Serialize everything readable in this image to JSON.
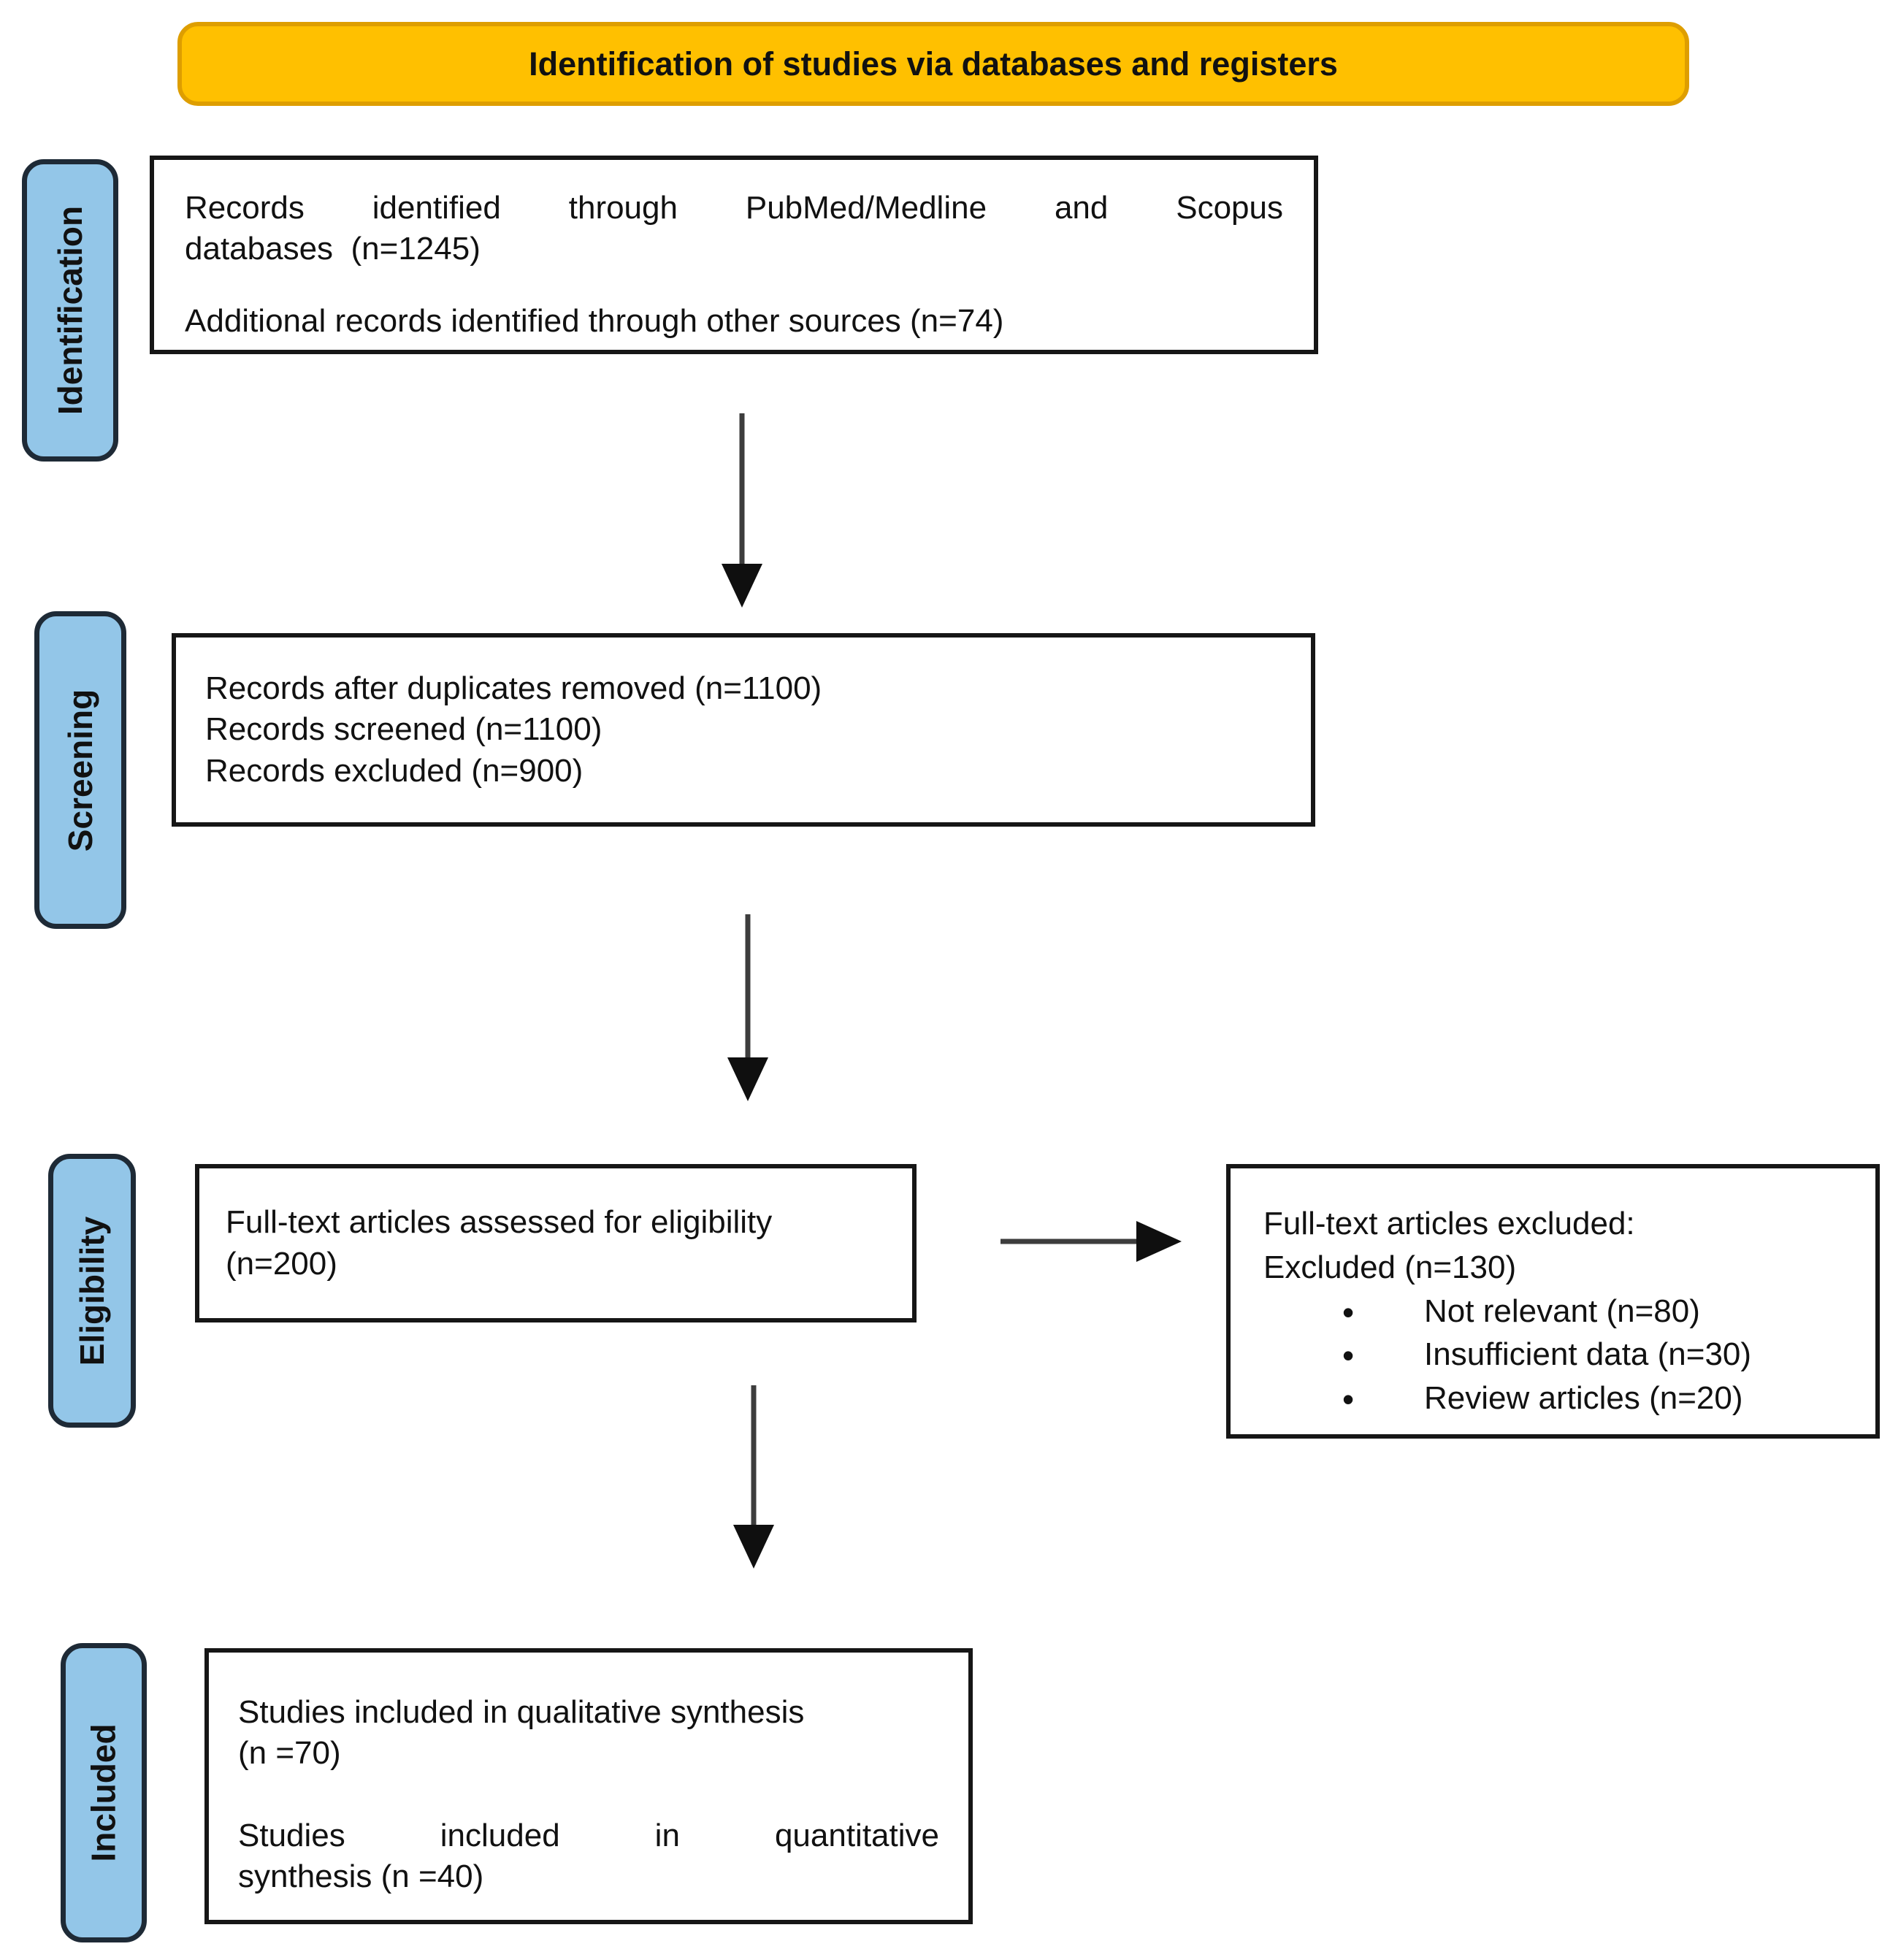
{
  "banner": {
    "title": "Identification of studies via databases and registers"
  },
  "stage_labels": {
    "identification": "Identification",
    "screening": "Screening",
    "eligibility": "Eligibility",
    "included": "Included"
  },
  "identification_box": {
    "line1": "Records identified through PubMed/Medline and Scopus",
    "line2": "databases  (n=1245)",
    "line3": "Additional records identified through other sources (n=74)"
  },
  "screening_box": {
    "line1": "Records after duplicates removed (n=1100)",
    "line2": "Records screened (n=1100)",
    "line3": "Records excluded (n=900)"
  },
  "eligibility_box": {
    "line1": "Full-text articles assessed for eligibility",
    "line2": "(n=200)"
  },
  "excluded_box": {
    "line1": "Full-text articles excluded:",
    "line2": "Excluded (n=130)",
    "bullets": [
      "Not relevant (n=80)",
      "Insufficient data (n=30)",
      "Review articles (n=20)"
    ]
  },
  "included_box": {
    "line1": "Studies included in qualitative synthesis",
    "line2": "(n =70)",
    "line3": "Studies included in quantitative",
    "line4": "synthesis (n =40)"
  },
  "colors": {
    "banner_fill": "#FFC000",
    "banner_border": "#DE9E00",
    "label_fill": "#93C6E8",
    "label_border": "#1E2A36",
    "box_border": "#161616",
    "arrow_color": "#3D3D3D",
    "arrowhead_color": "#0F0F0F"
  }
}
